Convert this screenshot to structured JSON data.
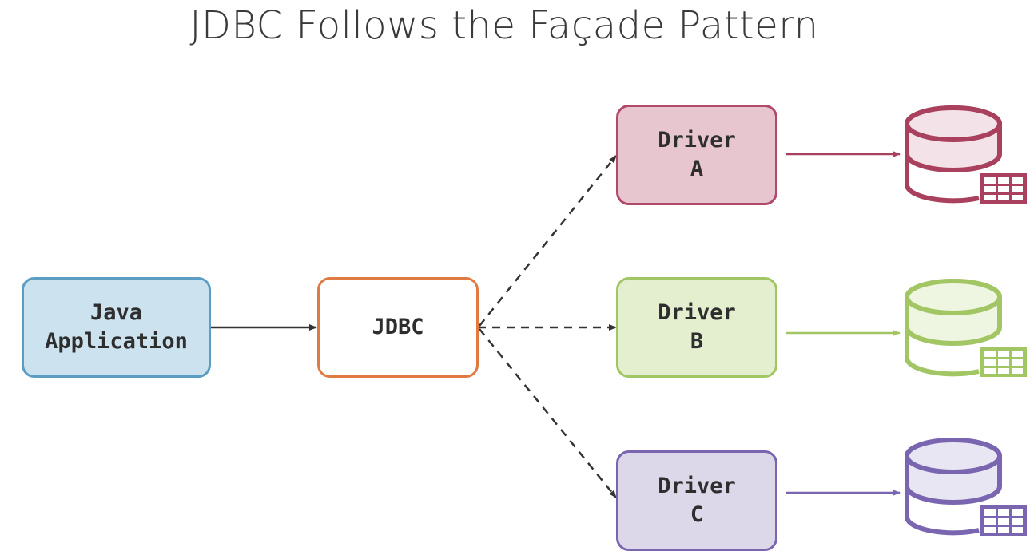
{
  "title": "JDBC Follows the Façade Pattern",
  "nodes": {
    "java_app": {
      "line1": "Java",
      "line2": "Application",
      "fill": "#cce3ef",
      "border": "#5b9dc3"
    },
    "jdbc": {
      "label": "JDBC",
      "fill": "#ffffff",
      "border": "#e07a43"
    },
    "driver_a": {
      "line1": "Driver",
      "line2": "A",
      "fill": "#e8c6d0",
      "border": "#b04a6a"
    },
    "driver_b": {
      "line1": "Driver",
      "line2": "B",
      "fill": "#e4efd0",
      "border": "#a3c665"
    },
    "driver_c": {
      "line1": "Driver",
      "line2": "C",
      "fill": "#dcd8ea",
      "border": "#7a66b0"
    }
  },
  "databases": {
    "a": {
      "color": "#a8405e",
      "fill": "#f3e3e8",
      "icon": "database-table-icon"
    },
    "b": {
      "color": "#a3c665",
      "fill": "#eef5e1",
      "icon": "database-table-icon"
    },
    "c": {
      "color": "#7a66b0",
      "fill": "#e9e6f3",
      "icon": "database-table-icon"
    }
  },
  "edges": [
    {
      "from": "Java Application",
      "to": "JDBC",
      "style": "solid"
    },
    {
      "from": "JDBC",
      "to": "Driver A",
      "style": "dashed"
    },
    {
      "from": "JDBC",
      "to": "Driver B",
      "style": "dashed"
    },
    {
      "from": "JDBC",
      "to": "Driver C",
      "style": "dashed"
    },
    {
      "from": "Driver A",
      "to": "Database A",
      "style": "solid"
    },
    {
      "from": "Driver B",
      "to": "Database B",
      "style": "solid"
    },
    {
      "from": "Driver C",
      "to": "Database C",
      "style": "solid"
    }
  ]
}
